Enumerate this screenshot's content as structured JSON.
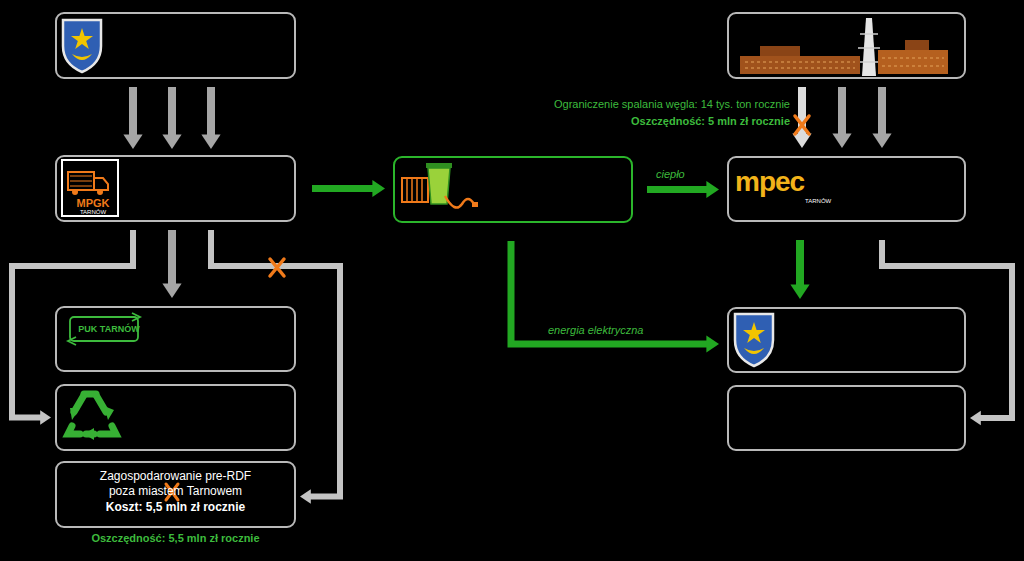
{
  "diagram": {
    "nodes": [
      {
        "text": []
      },
      {
        "text": [
          "MPGK",
          "TARNÓW"
        ]
      },
      {
        "text": [
          "PUK TARNÓW"
        ]
      },
      {
        "text": []
      },
      {
        "text": [
          "Zagospodarowanie pre-RDF poza miastem Tarnowem",
          "Koszt: 5,5 mln zł rocznie"
        ]
      },
      {
        "text": []
      },
      {
        "text": []
      },
      {
        "text": [
          "mpec",
          "TARNÓW"
        ]
      },
      {
        "text": []
      },
      {
        "text": []
      }
    ],
    "edges": [
      {
        "from": 0,
        "to": 1,
        "arrow": "to"
      },
      {
        "from": 0,
        "to": 1,
        "arrow": "to"
      },
      {
        "from": 0,
        "to": 1,
        "arrow": "to"
      },
      {
        "from": 1,
        "to": 2,
        "arrow": "to"
      },
      {
        "from": 1,
        "to": 3,
        "arrow": "to"
      },
      {
        "from": 1,
        "to": 4,
        "arrow": "to"
      },
      {
        "from": 1,
        "to": 5,
        "arrow": "to"
      },
      {
        "from": 5,
        "to": 7,
        "label": "ciepło",
        "arrow": "to"
      },
      {
        "from": 5,
        "to": 8,
        "label": "energia elektryczna",
        "arrow": "to"
      },
      {
        "from": 6,
        "to": 7,
        "arrow": "to"
      },
      {
        "from": 6,
        "to": 7,
        "arrow": "to"
      },
      {
        "from": 6,
        "to": 7,
        "arrow": "to"
      },
      {
        "from": 7,
        "to": 8,
        "arrow": "to"
      },
      {
        "from": 7,
        "to": 9,
        "arrow": "to"
      }
    ],
    "labels": [
      "Ograniczenie spalania węgla: 14 tys. ton rocznie",
      "Oszczędność: 5 mln zł rocznie",
      "Oszczędność: 5,5 mln zł rocznie"
    ]
  }
}
